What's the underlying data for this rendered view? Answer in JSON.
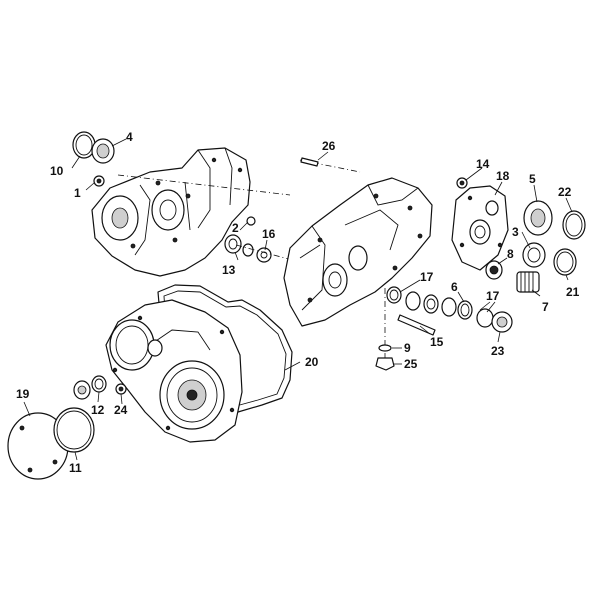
{
  "callouts": {
    "c1": "1",
    "c2": "2",
    "c3": "3",
    "c4": "4",
    "c5": "5",
    "c6": "6",
    "c7": "7",
    "c8": "8",
    "c9": "9",
    "c10": "10",
    "c11": "11",
    "c12": "12",
    "c13": "13",
    "c14": "14",
    "c15": "15",
    "c16": "16",
    "c17a": "17",
    "c17b": "17",
    "c18": "18",
    "c19": "19",
    "c20": "20",
    "c21": "21",
    "c22": "22",
    "c23": "23",
    "c24": "24",
    "c25": "25",
    "c26": "26"
  }
}
